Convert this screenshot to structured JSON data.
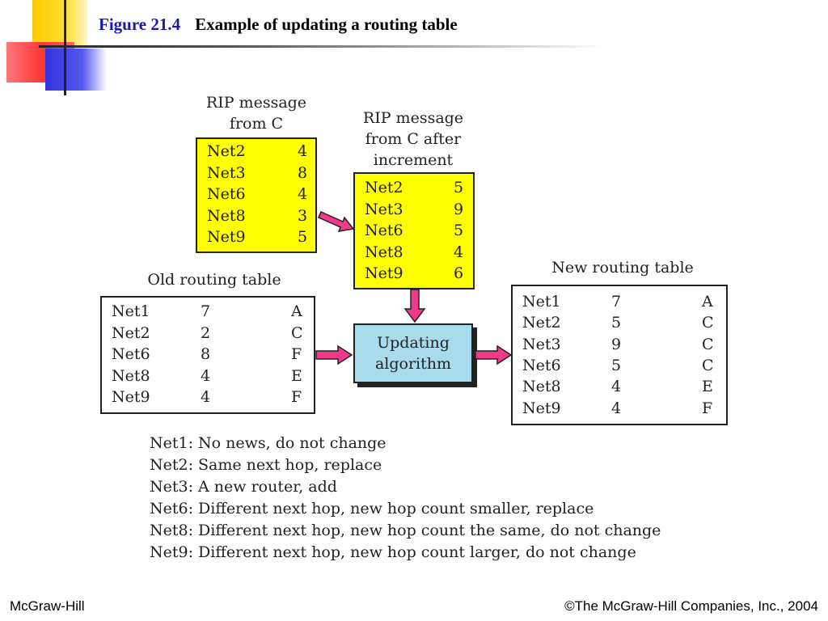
{
  "title": {
    "figure": "Figure 21.4",
    "text": "Example of updating a routing table"
  },
  "rip_message": {
    "label_line1": "RIP message",
    "label_line2": "from C",
    "rows": [
      {
        "net": "Net2",
        "hops": "4"
      },
      {
        "net": "Net3",
        "hops": "8"
      },
      {
        "net": "Net6",
        "hops": "4"
      },
      {
        "net": "Net8",
        "hops": "3"
      },
      {
        "net": "Net9",
        "hops": "5"
      }
    ]
  },
  "rip_incremented": {
    "label_line1": "RIP message",
    "label_line2": "from C after",
    "label_line3": "increment",
    "rows": [
      {
        "net": "Net2",
        "hops": "5"
      },
      {
        "net": "Net3",
        "hops": "9"
      },
      {
        "net": "Net6",
        "hops": "5"
      },
      {
        "net": "Net8",
        "hops": "4"
      },
      {
        "net": "Net9",
        "hops": "6"
      }
    ]
  },
  "old_table": {
    "label": "Old routing table",
    "rows": [
      {
        "net": "Net1",
        "hops": "7",
        "next": "A"
      },
      {
        "net": "Net2",
        "hops": "2",
        "next": "C"
      },
      {
        "net": "Net6",
        "hops": "8",
        "next": "F"
      },
      {
        "net": "Net8",
        "hops": "4",
        "next": "E"
      },
      {
        "net": "Net9",
        "hops": "4",
        "next": "F"
      }
    ]
  },
  "new_table": {
    "label": "New routing table",
    "rows": [
      {
        "net": "Net1",
        "hops": "7",
        "next": "A"
      },
      {
        "net": "Net2",
        "hops": "5",
        "next": "C"
      },
      {
        "net": "Net3",
        "hops": "9",
        "next": "C"
      },
      {
        "net": "Net6",
        "hops": "5",
        "next": "C"
      },
      {
        "net": "Net8",
        "hops": "4",
        "next": "E"
      },
      {
        "net": "Net9",
        "hops": "4",
        "next": "F"
      }
    ]
  },
  "algorithm": {
    "line1": "Updating",
    "line2": "algorithm"
  },
  "notes": [
    "Net1: No news, do not change",
    "Net2: Same next hop, replace",
    "Net3: A new router, add",
    "Net6: Different next hop, new hop count smaller, replace",
    "Net8: Different next hop, new hop count the same, do not change",
    "Net9: Different next hop, new hop count larger, do not change"
  ],
  "footer": {
    "left": "McGraw-Hill",
    "right": "©The McGraw-Hill Companies, Inc., 2004"
  },
  "colors": {
    "arrow": "#ee3a88",
    "message_box": "#ffff00",
    "algorithm_box": "#a8dcec",
    "figure_label": "#1a1aa8"
  }
}
